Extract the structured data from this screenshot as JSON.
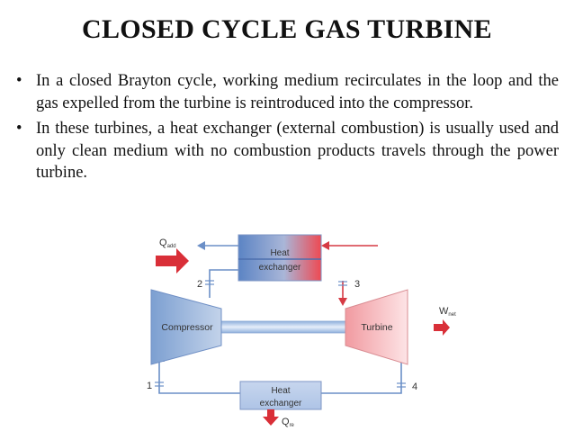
{
  "title": "CLOSED CYCLE GAS TURBINE",
  "bullets": [
    "In a closed Brayton cycle, working medium recirculates in the loop and the gas expelled from the turbine is reintroduced into the compressor.",
    "In these turbines, a heat exchanger (external combustion) is usually used and only clean medium with no combustion products travels through the power turbine."
  ],
  "bullet_symbol": "•",
  "diagram": {
    "top_hx": {
      "line1": "Heat",
      "line2": "exchanger"
    },
    "bottom_hx": {
      "line1": "Heat",
      "line2": "exchanger"
    },
    "compressor": "Compressor",
    "turbine": "Turbine",
    "q_add": {
      "main": "Q",
      "sub": "add"
    },
    "w_net": {
      "main": "W",
      "sub": "net"
    },
    "q_re": {
      "main": "Q",
      "sub": "re"
    },
    "states": [
      "1",
      "2",
      "3",
      "4"
    ],
    "colors": {
      "hot": "#e8434b",
      "cold": "#5b84c4",
      "line": "#6b8fc7"
    }
  }
}
